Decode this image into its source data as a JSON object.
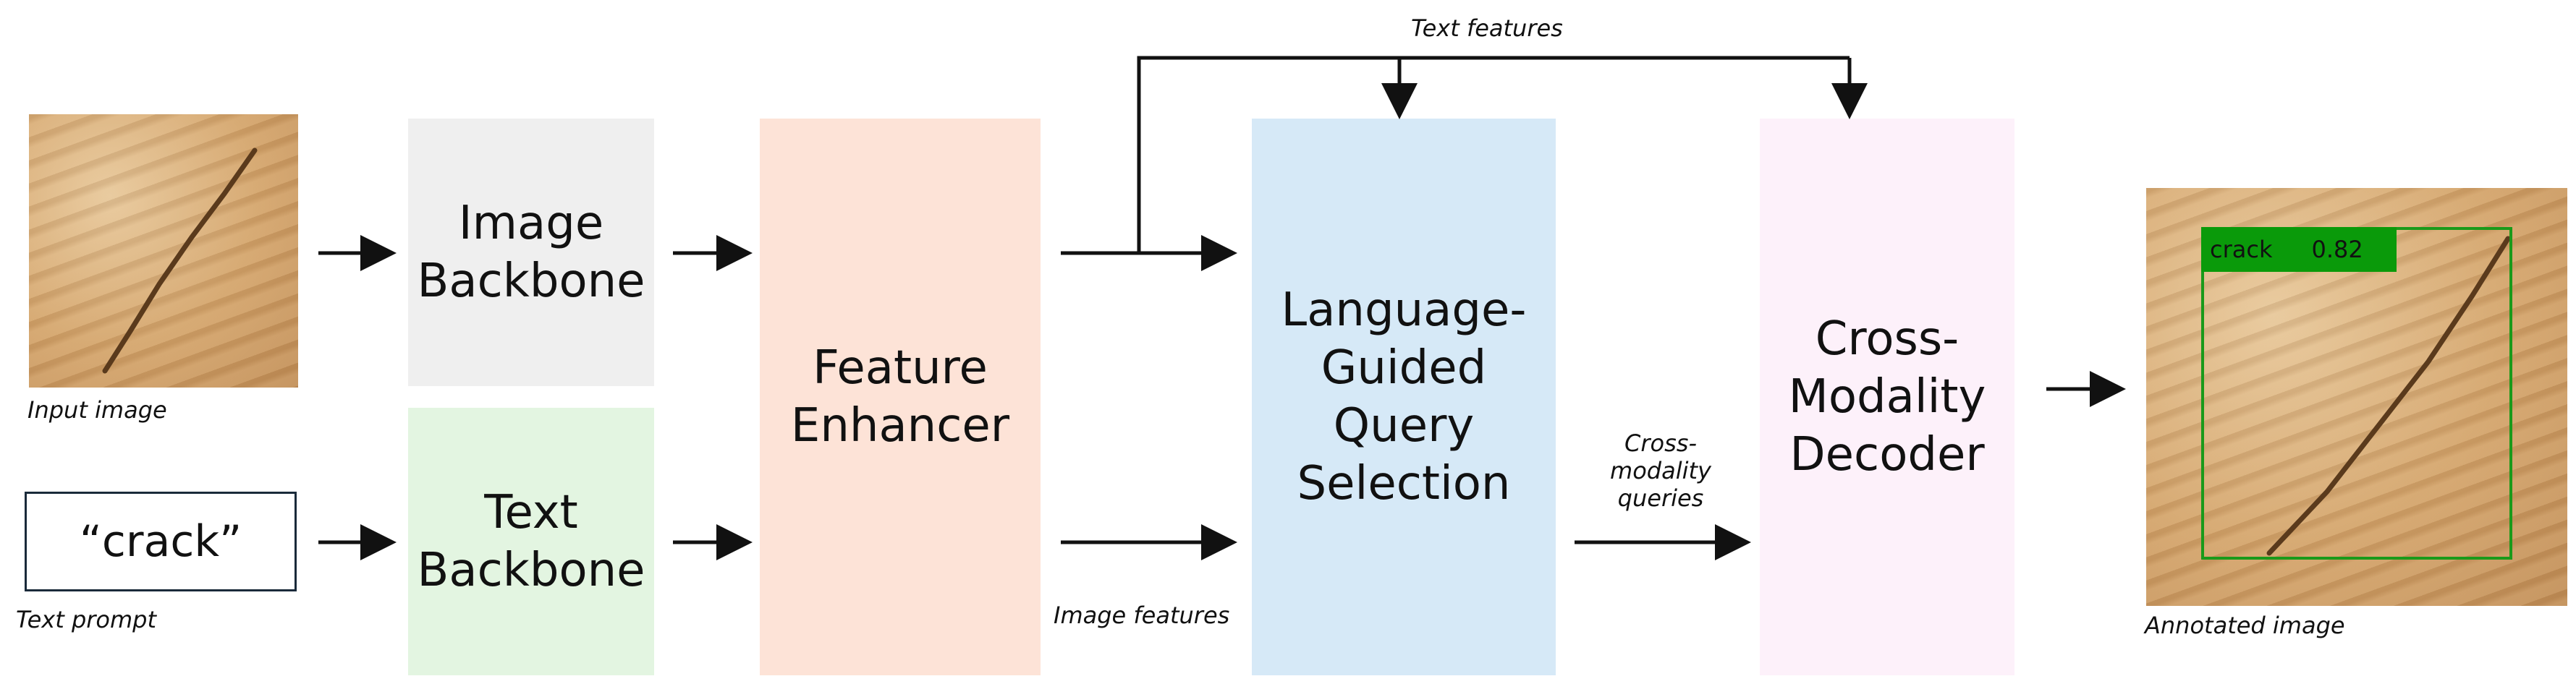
{
  "inputs": {
    "input_image_caption": "Input image",
    "text_prompt_value": "“crack”",
    "text_prompt_caption": "Text prompt"
  },
  "blocks": {
    "image_backbone": "Image\nBackbone",
    "text_backbone": "Text\nBackbone",
    "feature_enhancer": "Feature\nEnhancer",
    "query_selection": "Language-\nGuided\nQuery\nSelection",
    "decoder": "Cross-\nModality\nDecoder"
  },
  "labels": {
    "text_features": "Text features",
    "image_features": "Image features",
    "cross_modality_queries": "Cross-\nmodality\nqueries"
  },
  "output": {
    "detection_label": "crack",
    "detection_score": "0.82",
    "caption": "Annotated image"
  },
  "colors": {
    "image_backbone": "#efefef",
    "text_backbone": "#e3f5e1",
    "feature_enhancer": "#fde3d7",
    "query_selection": "#d6e9f7",
    "decoder": "#fdf1fa",
    "detection_box": "#1a9a1a"
  }
}
